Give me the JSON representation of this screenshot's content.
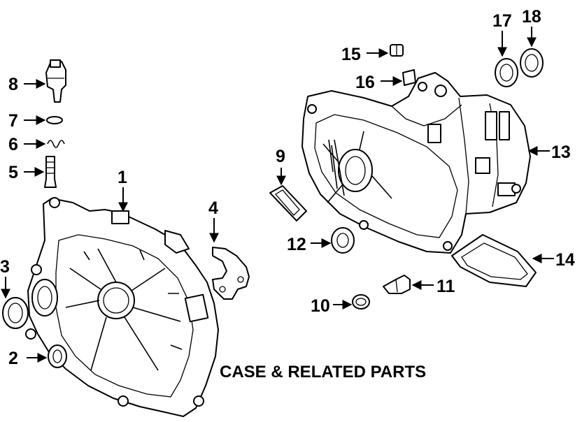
{
  "title": "CASE & RELATED PARTS",
  "callouts": [
    "1",
    "2",
    "3",
    "4",
    "5",
    "6",
    "7",
    "8",
    "9",
    "10",
    "11",
    "12",
    "13",
    "14",
    "15",
    "16",
    "17",
    "18"
  ]
}
